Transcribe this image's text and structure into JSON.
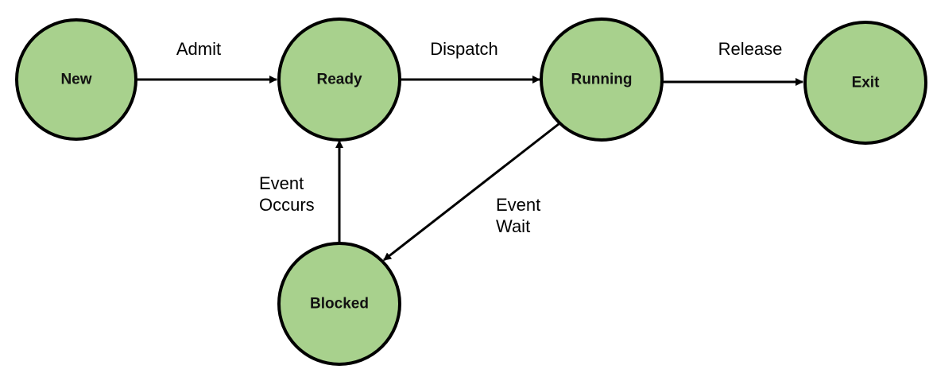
{
  "diagram": {
    "node_fill": "#a8d18d",
    "stroke_color": "#000000",
    "nodes": {
      "new": "New",
      "ready": "Ready",
      "running": "Running",
      "exit": "Exit",
      "blocked": "Blocked"
    },
    "edges": {
      "admit": "Admit",
      "dispatch": "Dispatch",
      "release": "Release",
      "event_occurs": [
        "Event",
        "Occurs"
      ],
      "event_wait": [
        "Event",
        "Wait"
      ]
    }
  }
}
